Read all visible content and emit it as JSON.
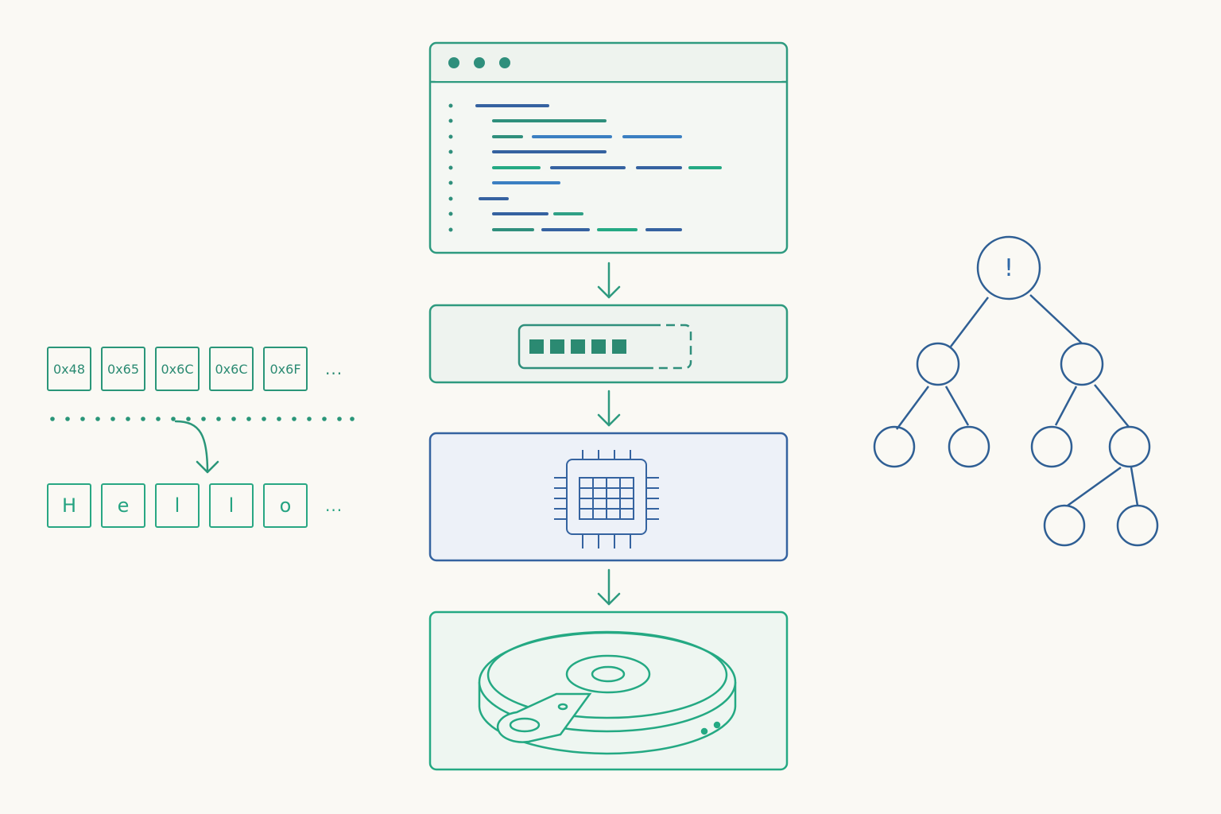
{
  "bytes": [
    "0x48",
    "0x65",
    "0x6C",
    "0x6C",
    "0x6F"
  ],
  "bytes_more": "...",
  "chars": [
    "H",
    "e",
    "l",
    "l",
    "o"
  ],
  "chars_more": "...",
  "tree": {
    "root_symbol": "!"
  },
  "pipeline": {
    "stages": [
      "code-editor",
      "buffer",
      "processor",
      "disk"
    ],
    "buffer": {
      "filled_blocks": 5
    }
  },
  "colors": {
    "teal": "#2a9679",
    "green": "#24a983",
    "blue": "#3a6fae",
    "navy": "#2f5f94",
    "background": "#faf9f4"
  }
}
